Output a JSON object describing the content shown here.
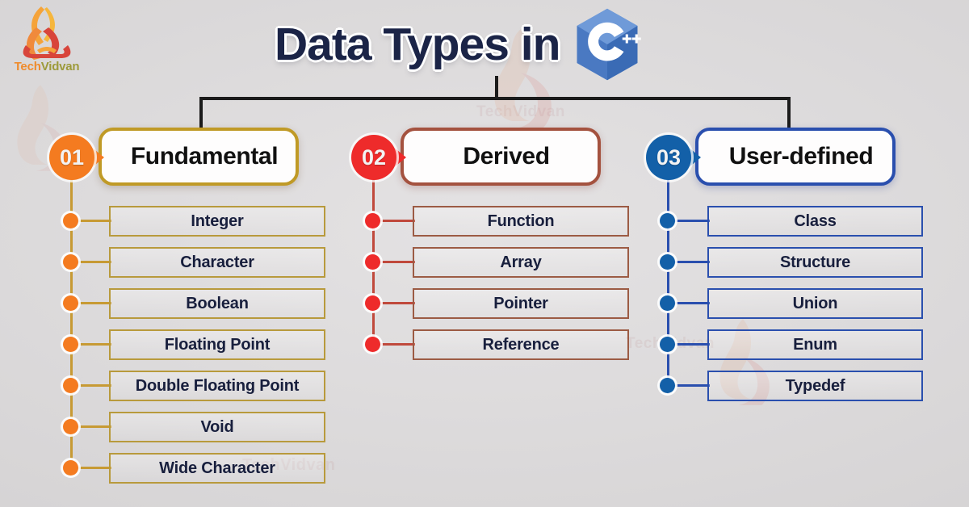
{
  "brand": {
    "name_part1": "Tech",
    "name_part2": "Vidvan",
    "logo_icon": "meditating-figure-icon",
    "watermark_text": "TechVidvan"
  },
  "header": {
    "title": "Data Types in",
    "logo_icon": "cpp-hexagon-logo-icon",
    "logo_glyph": "C",
    "logo_superscript": "++"
  },
  "colors": {
    "background": "#d8d6d7",
    "title_text": "#1b2447",
    "connector": "#1b1b1b",
    "item_text": "#181f3d",
    "fundamental_accent": "#f47b20",
    "fundamental_border": "#b89a3c",
    "derived_accent": "#ee2b2b",
    "derived_border": "#9c5b44",
    "userdefined_accent": "#1360a8",
    "userdefined_border": "#2a4fae",
    "brand_orange": "#ef8b2c",
    "brand_olive": "#9d9a3a"
  },
  "branches": [
    {
      "number": "01",
      "label": "Fundamental",
      "accent": "#f47b20",
      "badge_bg": "#f47b20",
      "head_border": "#c09a26",
      "item_border": "#b89a3c",
      "items": [
        "Integer",
        "Character",
        "Boolean",
        "Floating Point",
        "Double Floating Point",
        "Void",
        "Wide Character"
      ]
    },
    {
      "number": "02",
      "label": "Derived",
      "accent": "#ee2b2b",
      "badge_bg": "#ee2b2b",
      "head_border": "#a4523f",
      "item_border": "#9c5b44",
      "items": [
        "Function",
        "Array",
        "Pointer",
        "Reference"
      ]
    },
    {
      "number": "03",
      "label": "User-defined",
      "accent": "#1360a8",
      "badge_bg": "#1360a8",
      "head_border": "#2a4fae",
      "item_border": "#2a4fae",
      "items": [
        "Class",
        "Structure",
        "Union",
        "Enum",
        "Typedef"
      ]
    }
  ]
}
